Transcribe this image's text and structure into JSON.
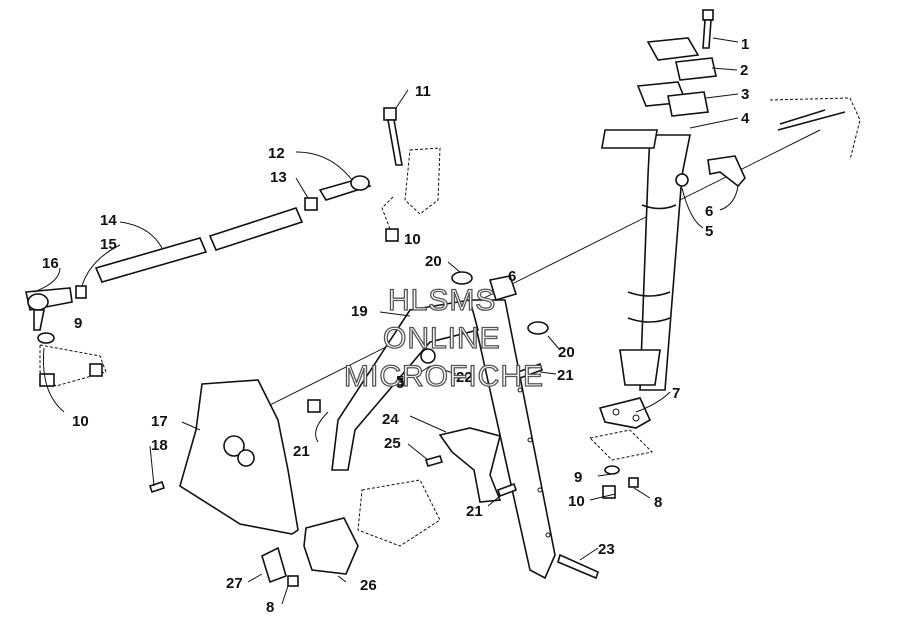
{
  "watermark": {
    "line1": "HLSMS",
    "line2": "ONLINE",
    "line3": "MICROFICHE"
  },
  "callouts": [
    "1",
    "2",
    "3",
    "4",
    "5",
    "6",
    "5",
    "6",
    "7",
    "8",
    "9",
    "10",
    "11",
    "12",
    "13",
    "10",
    "14",
    "15",
    "16",
    "9",
    "10",
    "17",
    "18",
    "19",
    "20",
    "20",
    "21",
    "22",
    "5",
    "21",
    "24",
    "25",
    "21",
    "23",
    "26",
    "27",
    "8"
  ]
}
